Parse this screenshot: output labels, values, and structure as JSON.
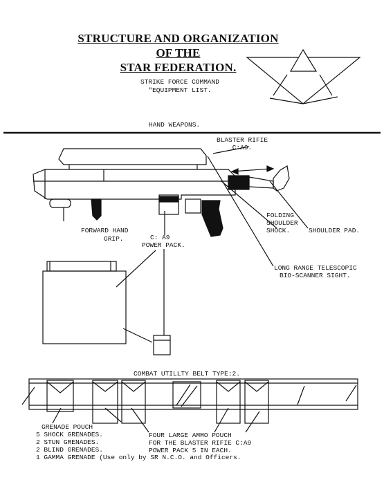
{
  "header": {
    "title_line1": "STRUCTURE AND ORGANIZATION",
    "title_line2": "OF THE",
    "title_line3": "STAR FEDERATION.",
    "subtitle_line1": "STRIKE FORCE COMMAND",
    "subtitle_line2": "\"EQUIPMENT LIST."
  },
  "section_heading": "HAND WEAPONS.",
  "rifle": {
    "name": "BLASTER RIFIE",
    "model": "C:A9.",
    "labels": {
      "forward_grip_1": "FORWARD HAND",
      "forward_grip_2": "GRIP.",
      "power_pack_1": "C: A9",
      "power_pack_2": "POWER PACK.",
      "folding_stock_1": "FOLDING",
      "folding_stock_2": "SHOULDER",
      "folding_stock_3": "SHOCK.",
      "shoulder_pad": "SHOULDER PAD.",
      "scope_1": "LONG RANGE TELESCOPIC",
      "scope_2": "BIO-SCANNER SIGHT."
    }
  },
  "belt": {
    "title": "COMBAT UTILLTY BELT TYPE:2.",
    "grenade_pouch": {
      "heading": "GRENADE POUCH",
      "items": [
        "5 SHOCK GRENADES.",
        "2 STUN GRENADES.",
        "2 BLIND GRENADES.",
        "1 GAMMA GRENADE (Use only by SR N.C.O. and Officers."
      ]
    },
    "ammo_pouch": {
      "line1": "FOUR LARGE AMMO POUCH",
      "line2": "FOR THE BLASTER RIFIE C:A9",
      "line3": "POWER PACK 5 IN EACH."
    }
  },
  "colors": {
    "ink": "#111111",
    "paper": "#ffffff"
  }
}
